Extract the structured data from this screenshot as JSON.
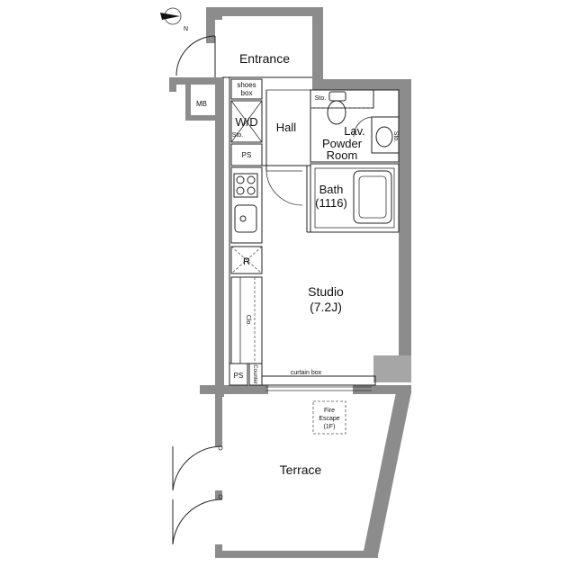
{
  "compass": {
    "label": "N"
  },
  "rooms": {
    "entrance": "Entrance",
    "shoes_box_1": "shoes",
    "shoes_box_2": "box",
    "mb": "MB",
    "wd": "W/D",
    "sto_wd": "Sto.",
    "hall": "Hall",
    "sto_top": "Sto.",
    "lav": "Lav.",
    "powder_1": "Powder",
    "powder_2": "Room",
    "sto_right": "Sto.",
    "ps_top": "PS",
    "bath_1": "Bath",
    "bath_2": "(1116)",
    "refrigerator": "R",
    "studio_1": "Studio",
    "studio_2": "(7.2J)",
    "clo": "Clo.",
    "ps_bottom": "PS",
    "counter": "Counter",
    "curtain_box": "curtain box",
    "fire_1": "Fire",
    "fire_2": "Escape",
    "fire_3": "(1F)",
    "terrace": "Terrace"
  }
}
